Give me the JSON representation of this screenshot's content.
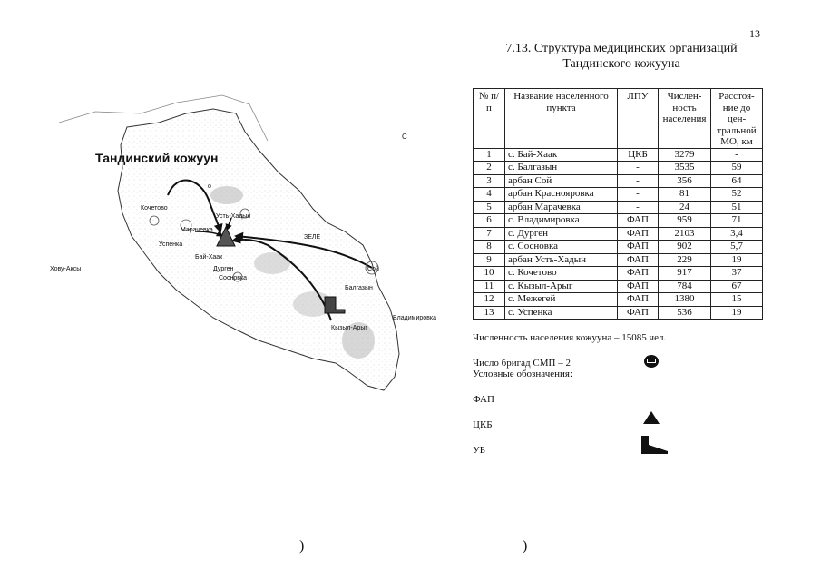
{
  "page_number": "13",
  "title_line1": "7.13. Структура медицинских организаций",
  "title_line2": "Тандинского кожууна",
  "table": {
    "headers": [
      "№ п/п",
      "Название населенного пункта",
      "ЛПУ",
      "Числен-ность населения",
      "Расстоя-ние до цен-тральной МО, км"
    ],
    "rows": [
      [
        "1",
        "с. Бай-Хаак",
        "ЦКБ",
        "3279",
        "-"
      ],
      [
        "2",
        "с. Балгазын",
        "-",
        "3535",
        "59"
      ],
      [
        "3",
        "арбан Сой",
        "-",
        "356",
        "64"
      ],
      [
        "4",
        "арбан Красноярoвка",
        "-",
        "81",
        "52"
      ],
      [
        "5",
        "арбан Марачевка",
        "-",
        "24",
        "51"
      ],
      [
        "6",
        "с. Владимировка",
        "ФАП",
        "959",
        "71"
      ],
      [
        "7",
        "с. Дурген",
        "ФАП",
        "2103",
        "3,4"
      ],
      [
        "8",
        "с. Сосновка",
        "ФАП",
        "902",
        "5,7"
      ],
      [
        "9",
        "арбан Усть-Хадын",
        "ФАП",
        "229",
        "19"
      ],
      [
        "10",
        "с. Кочетово",
        "ФАП",
        "917",
        "37"
      ],
      [
        "11",
        "с. Кызыл-Арыг",
        "ФАП",
        "784",
        "67"
      ],
      [
        "12",
        "с. Межегей",
        "ФАП",
        "1380",
        "15"
      ],
      [
        "13",
        "с. Успенка",
        "ФАП",
        "536",
        "19"
      ]
    ]
  },
  "population_text": "Численность населения кожууна – 15085 чел.",
  "brigades_text": "Число бригад СМП – 2",
  "legend_title": "Условные обозначения:",
  "legend": {
    "fap": "ФАП",
    "ckb": "ЦКБ",
    "ub": "УБ"
  },
  "map": {
    "region_title": "Тандинский кожуун",
    "corner_letter": "С",
    "neighbors": [
      "Хову-Аксы",
      "Владимировка"
    ],
    "places": [
      "Кочетово",
      "Марачевка",
      "Успенка",
      "Усть-Хадын",
      "Бай-Хаак",
      "Дурген",
      "Сосновка",
      "Сой",
      "Балгазын",
      "Кызыл-Арыг"
    ],
    "small_labels": [
      "о",
      "ЗЕЛЕ"
    ]
  },
  "footer_marks": [
    ")",
    ")"
  ]
}
